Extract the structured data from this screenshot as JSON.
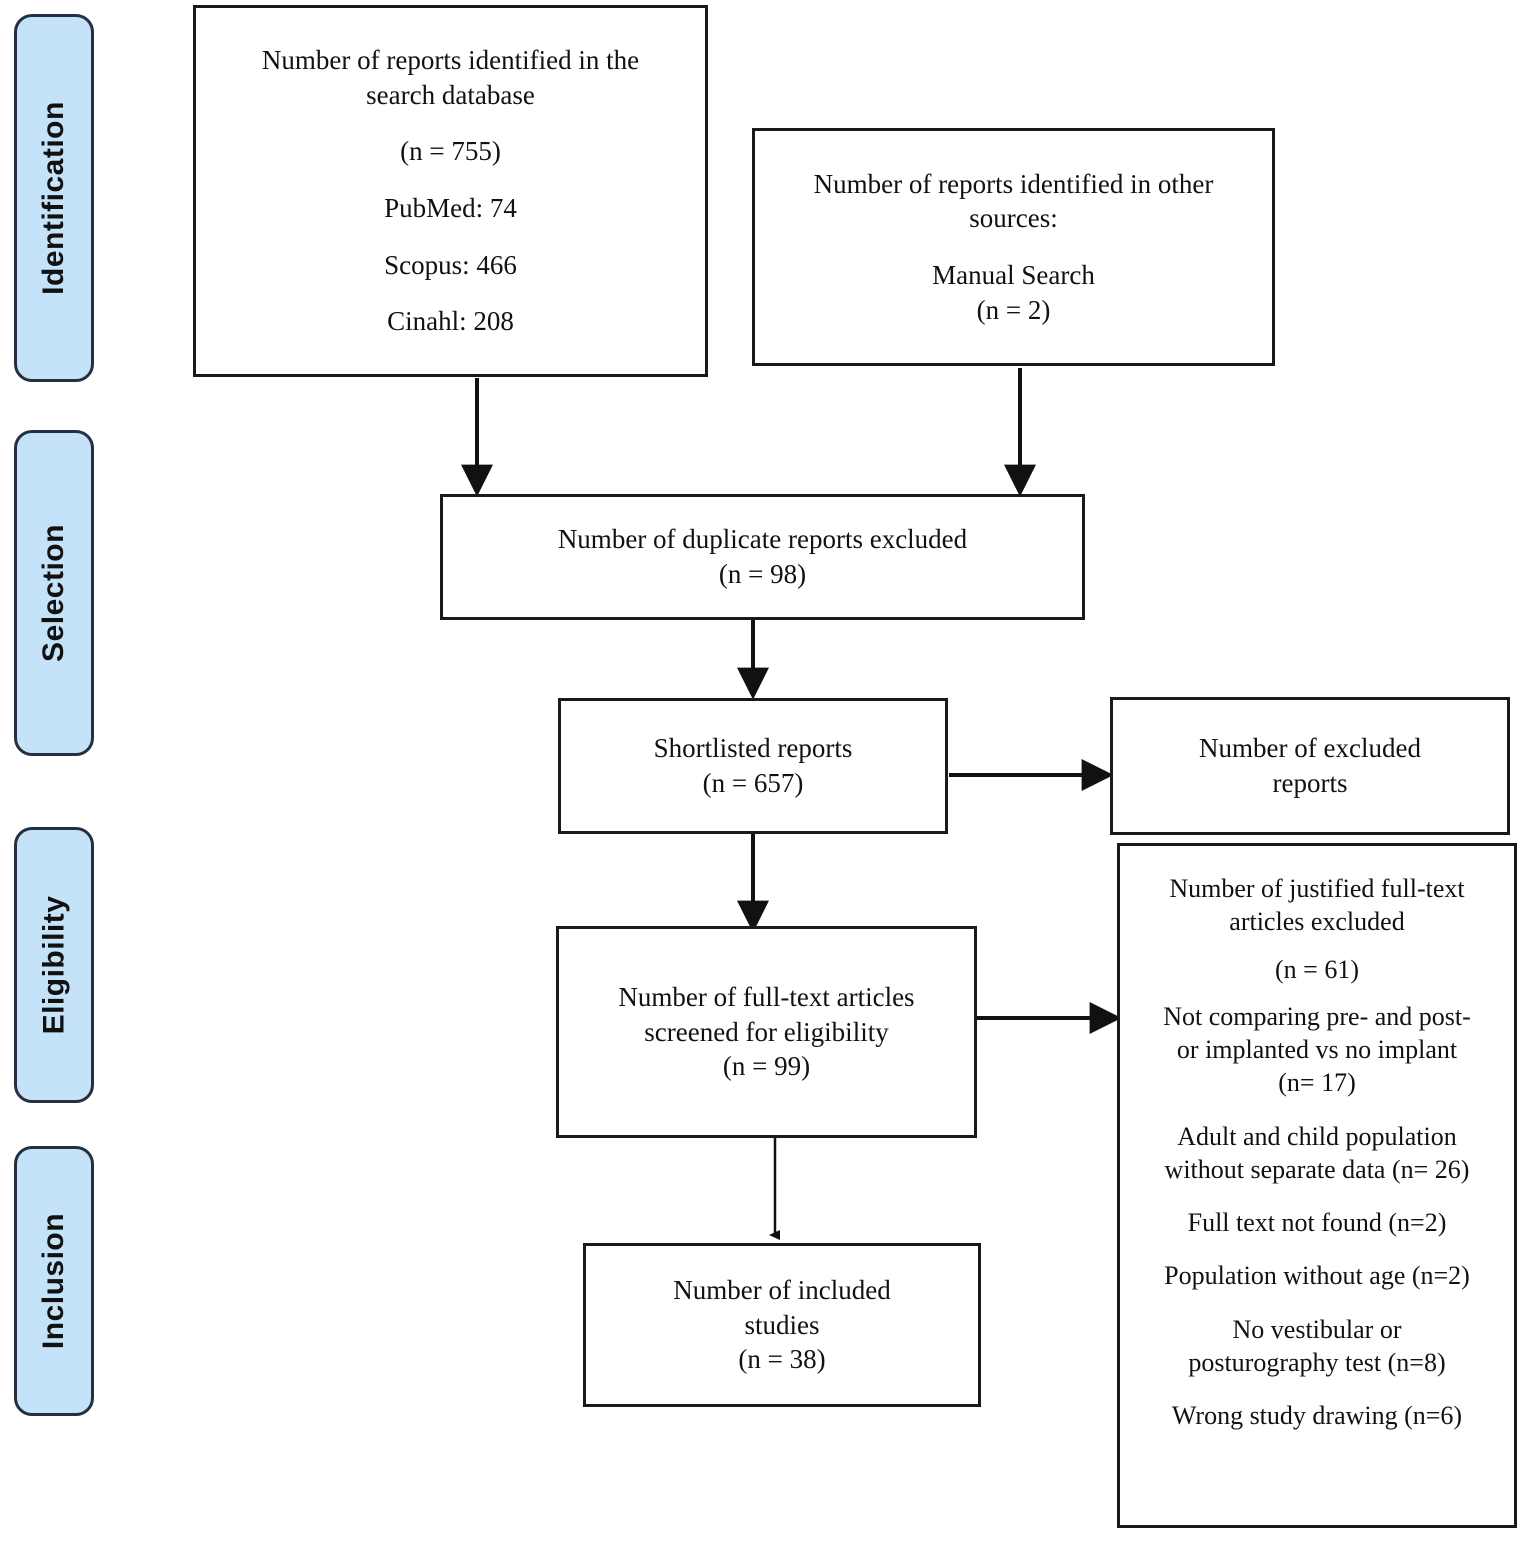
{
  "diagram": {
    "title": "PRISMA study selection flow diagram",
    "accent_color": "#c5e3f8",
    "border_color": "#243040",
    "box_border_color": "#1a1a1a"
  },
  "stages": [
    {
      "id": "identification",
      "label": "Identification"
    },
    {
      "id": "selection",
      "label": "Selection"
    },
    {
      "id": "eligibility",
      "label": "Eligibility"
    },
    {
      "id": "inclusion",
      "label": "Inclusion"
    }
  ],
  "boxes": {
    "database_search": {
      "line1": "Number of reports identified in the",
      "line2": "search database",
      "count": "(n = 755)",
      "source1": "PubMed: 74",
      "source2": "Scopus: 466",
      "source3": "Cinahl: 208"
    },
    "other_sources": {
      "line1": "Number of reports identified in other",
      "line2": "sources:",
      "line3": "Manual Search",
      "count": "(n = 2)"
    },
    "duplicates_excluded": {
      "line1": "Number of duplicate reports excluded",
      "count": "(n = 98)"
    },
    "shortlisted": {
      "line1": "Shortlisted reports",
      "count": "(n = 657)"
    },
    "excluded_reports": {
      "line1": "Number of excluded",
      "line2": "reports"
    },
    "fulltext_screened": {
      "line1": "Number of full-text articles",
      "line2": "screened for eligibility",
      "count": "(n = 99)"
    },
    "included_studies": {
      "line1": "Number of included",
      "line2": "studies",
      "count": "(n = 38)"
    },
    "excluded_list": {
      "heading_line1": "Number of justified full-text",
      "heading_line2": "articles excluded",
      "heading_count": "(n = 61)",
      "reasons": [
        {
          "line1": "Not comparing pre- and post-",
          "line2": "or implanted vs no implant",
          "count": "(n= 17)"
        },
        {
          "line1": "Adult and child population",
          "line2": "without separate data (n= 26)",
          "count": ""
        },
        {
          "line1": "Full text not found (n=2)",
          "line2": "",
          "count": ""
        },
        {
          "line1": "Population without age (n=2)",
          "line2": "",
          "count": ""
        },
        {
          "line1": "No vestibular or",
          "line2": "posturography test (n=8)",
          "count": ""
        },
        {
          "line1": "Wrong study drawing (n=6)",
          "line2": "",
          "count": ""
        }
      ]
    }
  },
  "chart_data": {
    "type": "diagram",
    "title": "PRISMA flow of study selection",
    "nodes": [
      {
        "id": "database_search",
        "stage": "Identification",
        "label": "Number of reports identified in the search database",
        "n": 755,
        "breakdown": {
          "PubMed": 74,
          "Scopus": 466,
          "Cinahl": 208
        }
      },
      {
        "id": "other_sources",
        "stage": "Identification",
        "label": "Number of reports identified in other sources: Manual Search",
        "n": 2
      },
      {
        "id": "duplicates_excluded",
        "stage": "Selection",
        "label": "Number of duplicate reports excluded",
        "n": 98
      },
      {
        "id": "shortlisted",
        "stage": "Selection",
        "label": "Shortlisted reports",
        "n": 657
      },
      {
        "id": "excluded_reports",
        "stage": "Eligibility",
        "label": "Number of excluded reports",
        "n": null
      },
      {
        "id": "fulltext_screened",
        "stage": "Eligibility",
        "label": "Number of full-text articles screened for eligibility",
        "n": 99
      },
      {
        "id": "excluded_list",
        "stage": "Eligibility",
        "label": "Number of justified full-text articles excluded",
        "n": 61
      },
      {
        "id": "included_studies",
        "stage": "Inclusion",
        "label": "Number of included studies",
        "n": 38
      }
    ],
    "edges": [
      {
        "from": "database_search",
        "to": "duplicates_excluded"
      },
      {
        "from": "other_sources",
        "to": "duplicates_excluded"
      },
      {
        "from": "duplicates_excluded",
        "to": "shortlisted"
      },
      {
        "from": "shortlisted",
        "to": "excluded_reports"
      },
      {
        "from": "shortlisted",
        "to": "fulltext_screened"
      },
      {
        "from": "fulltext_screened",
        "to": "excluded_list"
      },
      {
        "from": "fulltext_screened",
        "to": "included_studies"
      }
    ],
    "exclusion_reasons": [
      {
        "reason": "Not comparing pre- and post- or implanted vs no implant",
        "n": 17
      },
      {
        "reason": "Adult and child population without separate data",
        "n": 26
      },
      {
        "reason": "Full text not found",
        "n": 2
      },
      {
        "reason": "Population without age",
        "n": 2
      },
      {
        "reason": "No vestibular or posturography test",
        "n": 8
      },
      {
        "reason": "Wrong study drawing",
        "n": 6
      }
    ]
  }
}
